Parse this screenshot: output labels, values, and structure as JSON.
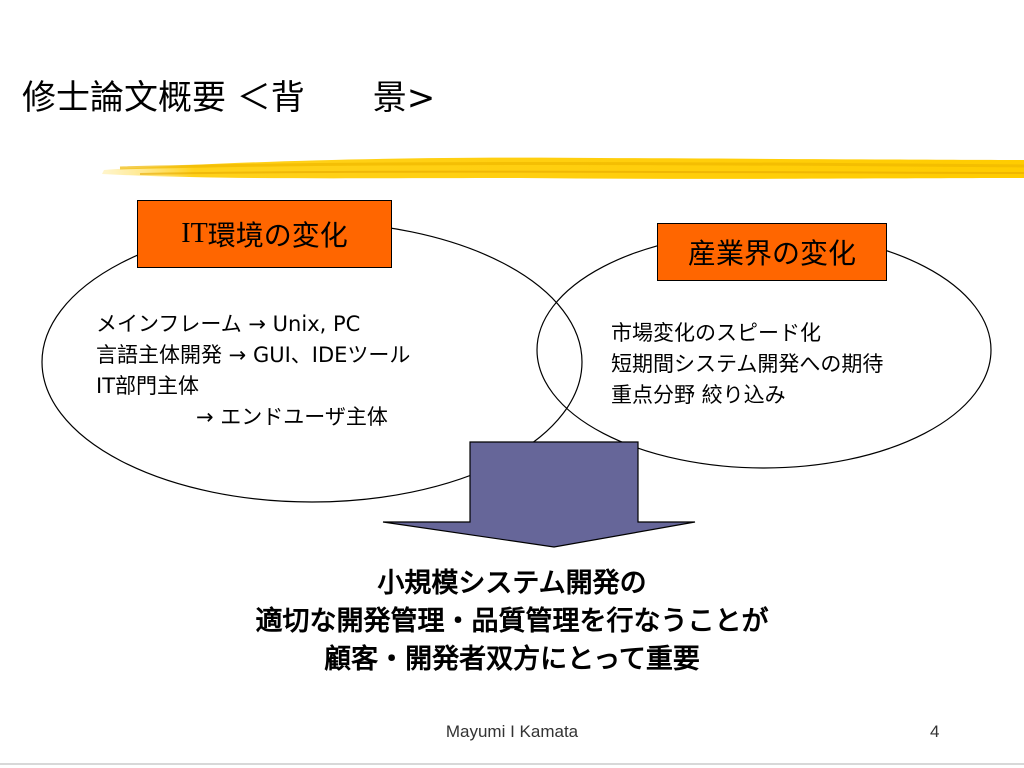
{
  "slide": {
    "title": "修士論文概要 ＜背　　景>",
    "colors": {
      "box_fill": "#ff6600",
      "arrow_fill": "#666699",
      "highlight": "#ffcc00"
    }
  },
  "it_box": {
    "label_prefix": "IT",
    "label_rest": "環境の変化"
  },
  "industry_box": {
    "label": "産業界の変化"
  },
  "it_items": {
    "line1": "メインフレーム → Unix, PC",
    "line2": "言語主体開発 → GUI、IDEツール",
    "line3": "IT部門主体",
    "line4": "→ エンドユーザ主体"
  },
  "industry_items": {
    "line1": "市場変化のスピード化",
    "line2": "短期間システム開発への期待",
    "line3": "重点分野 絞り込み"
  },
  "conclusion": {
    "line1": "小規模システム開発の",
    "line2": "適切な開発管理・品質管理を行なうことが",
    "line3": "顧客・開発者双方にとって重要"
  },
  "footer": {
    "author": "Mayumi I Kamata",
    "page": "4"
  }
}
